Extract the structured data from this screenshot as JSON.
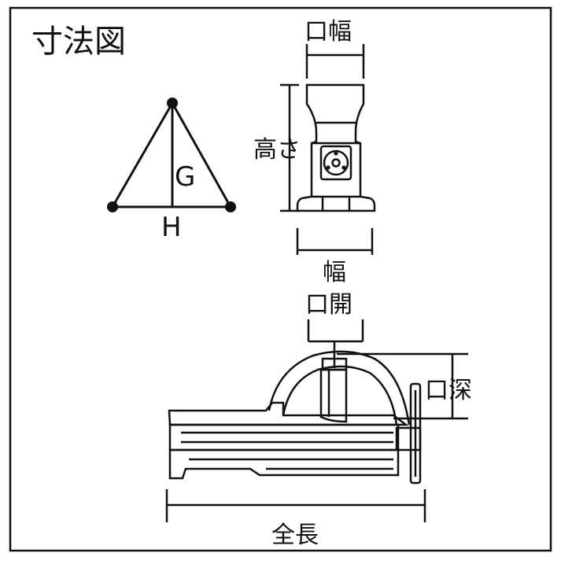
{
  "title": "寸法図",
  "triangle": {
    "label_g": "G",
    "label_h": "H"
  },
  "front_view": {
    "jaw_width": "口幅",
    "height": "高さ",
    "width": "幅"
  },
  "side_view": {
    "jaw_opening": "口開",
    "jaw_depth": "口深",
    "overall_length": "全長"
  },
  "colors": {
    "line": "#111111",
    "background": "#ffffff"
  }
}
